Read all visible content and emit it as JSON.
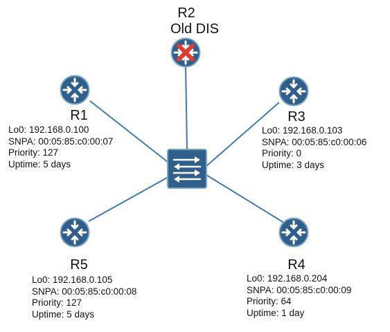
{
  "colors": {
    "node_fill": "#2f5f8a",
    "node_ring": "#7aa6c8",
    "link": "#3a7ab4",
    "failed_mark": "#e23a2e"
  },
  "switch": {
    "icon": "switch-icon"
  },
  "routers": {
    "r1": {
      "name": "R1",
      "icon": "router-icon",
      "lo0": "Lo0: 192.168.0.100",
      "snpa": "SNPA: 00:05:85:c0:00:07",
      "priority": "Priority: 127",
      "uptime": "Uptime: 5 days"
    },
    "r2": {
      "name": "R2",
      "status": "Old DIS",
      "icon": "failed-router-icon"
    },
    "r3": {
      "name": "R3",
      "icon": "router-icon",
      "lo0": "Lo0: 192.168.0.103",
      "snpa": "SNPA: 00:05:85:c0:00:06",
      "priority": "Priority: 0",
      "uptime": "Uptime: 3 days"
    },
    "r4": {
      "name": "R4",
      "icon": "router-icon",
      "lo0": "Lo0: 192.168.0.204",
      "snpa": "SNPA: 00:05:85:c0:00:09",
      "priority": "Priority: 64",
      "uptime": "Uptime: 1 day"
    },
    "r5": {
      "name": "R5",
      "icon": "router-icon",
      "lo0": "Lo0: 192.168.0.105",
      "snpa": "SNPA: 00:05:85:c0:00:08",
      "priority": "Priority: 127",
      "uptime": "Uptime: 5 days"
    }
  }
}
